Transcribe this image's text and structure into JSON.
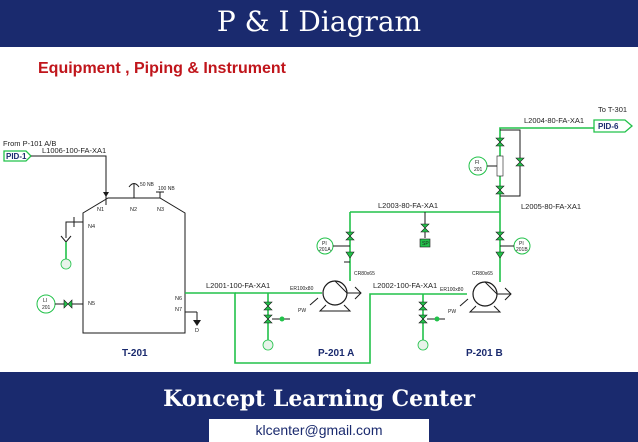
{
  "header": {
    "title": "P & I Diagram"
  },
  "subtitle": "Equipment , Piping & Instrument",
  "footer": {
    "brand": "Koncept Learning Center",
    "email": "klcenter@gmail.com"
  },
  "colors": {
    "band": "#1a2a6e",
    "pipe": "#22c24a",
    "subtitle": "#c0151b"
  },
  "labels": {
    "from": "From P-101 A/B",
    "to": "To T-301",
    "pid1": "PID-1",
    "pid6": "PID-6",
    "line_l1006": "L1006-100-FA-XA1",
    "line_l2004": "L2004-80-FA-XA1",
    "line_l2003": "L2003-80-FA-XA1",
    "line_l2005": "L2005-80-FA-XA1",
    "line_l2001": "L2001-100-FA-XA1",
    "line_l2002": "L2002-100-FA-XA1",
    "er1": "ER100x80",
    "er2": "ER100x80",
    "cr1": "CR80x65",
    "cr2": "CR80x65",
    "pw1": "PW",
    "pw2": "PW",
    "n1": "N1",
    "n2": "N2",
    "n3": "N3",
    "n4": "N4",
    "n5": "N5",
    "n6": "N6",
    "n7": "N7",
    "nb50": "50 NB",
    "nb100": "100 NB",
    "drain": "D",
    "sp": "SP"
  },
  "instruments": {
    "li201": [
      "LI",
      "201"
    ],
    "fi201": [
      "FI",
      "201"
    ],
    "pi201a": [
      "PI",
      "201A"
    ],
    "pi201b": [
      "PI",
      "201B"
    ]
  },
  "equipment": {
    "tank": "T-201",
    "pump_a": "P-201 A",
    "pump_b": "P-201 B"
  }
}
